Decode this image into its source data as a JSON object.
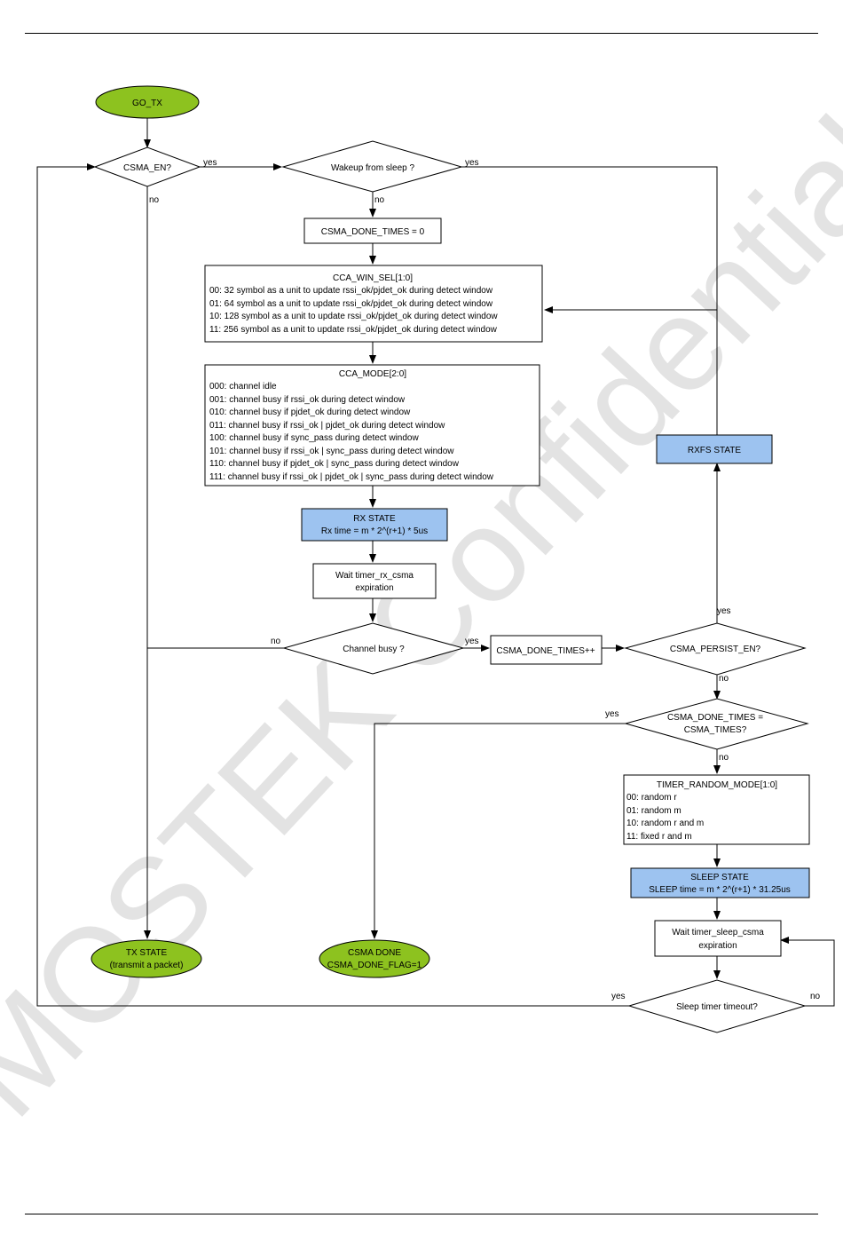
{
  "watermark": "CMOSTEK Confidential",
  "colors": {
    "terminal": "#8dc21f",
    "state_box": "#9dc3f0",
    "line": "#000000"
  },
  "nodes": {
    "go_tx": "GO_TX",
    "csma_en": "CSMA_EN?",
    "wakeup": "Wakeup from sleep ?",
    "csma_done_times_zero": "CSMA_DONE_TIMES = 0",
    "cca_win_sel": {
      "title": "CCA_WIN_SEL[1:0]",
      "lines": [
        "00: 32 symbol as a unit to update rssi_ok/pjdet_ok during detect window",
        "01: 64 symbol as a unit to update rssi_ok/pjdet_ok during detect window",
        "10: 128 symbol as a unit to update rssi_ok/pjdet_ok during detect window",
        "11: 256 symbol as a unit to update rssi_ok/pjdet_ok during detect window"
      ]
    },
    "cca_mode": {
      "title": "CCA_MODE[2:0]",
      "lines": [
        "000: channel idle",
        "001: channel busy if rssi_ok during detect window",
        "010: channel busy if pjdet_ok during detect window",
        "011: channel busy if rssi_ok | pjdet_ok during detect window",
        "100: channel busy if sync_pass during detect window",
        "101: channel busy if rssi_ok | sync_pass during detect window",
        "110: channel busy if pjdet_ok | sync_pass during detect window",
        "111: channel busy if rssi_ok | pjdet_ok | sync_pass during detect window"
      ]
    },
    "rx_state": {
      "title": "RX STATE",
      "line": "Rx time = m * 2^(r+1) * 5us"
    },
    "wait_rx": [
      "Wait timer_rx_csma",
      "expiration"
    ],
    "channel_busy": "Channel busy ?",
    "csma_done_times_inc": "CSMA_DONE_TIMES++",
    "csma_persist_en": "CSMA_PERSIST_EN?",
    "rxfs_state": "RXFS STATE",
    "csma_done_eq": [
      "CSMA_DONE_TIMES =",
      "CSMA_TIMES?"
    ],
    "timer_random_mode": {
      "title": "TIMER_RANDOM_MODE[1:0]",
      "lines": [
        "00: random r",
        "01: random m",
        "10: random r and m",
        "11: fixed r and m"
      ]
    },
    "sleep_state": {
      "title": "SLEEP STATE",
      "line": "SLEEP time  = m * 2^(r+1) * 31.25us"
    },
    "wait_sleep": [
      "Wait timer_sleep_csma",
      "expiration"
    ],
    "sleep_timeout": "Sleep timer timeout?",
    "tx_state": [
      "TX STATE",
      "(transmit a packet)"
    ],
    "csma_done": [
      "CSMA DONE",
      "CSMA_DONE_FLAG=1"
    ]
  },
  "labels": {
    "yes": "yes",
    "no": "no"
  }
}
